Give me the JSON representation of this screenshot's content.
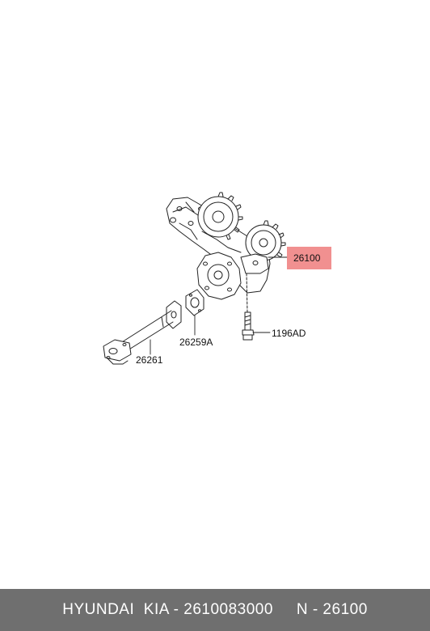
{
  "callouts": {
    "oil_pump": "26100",
    "bolt": "1196AD",
    "gasket": "26259A",
    "strainer": "26261"
  },
  "colors": {
    "highlight": "#f08a8a",
    "footer_bg": "#6f6f6f",
    "footer_text": "#ffffff"
  },
  "footer": {
    "text": "HYUNDAI  KIA - 2610083000     N - 26100"
  }
}
